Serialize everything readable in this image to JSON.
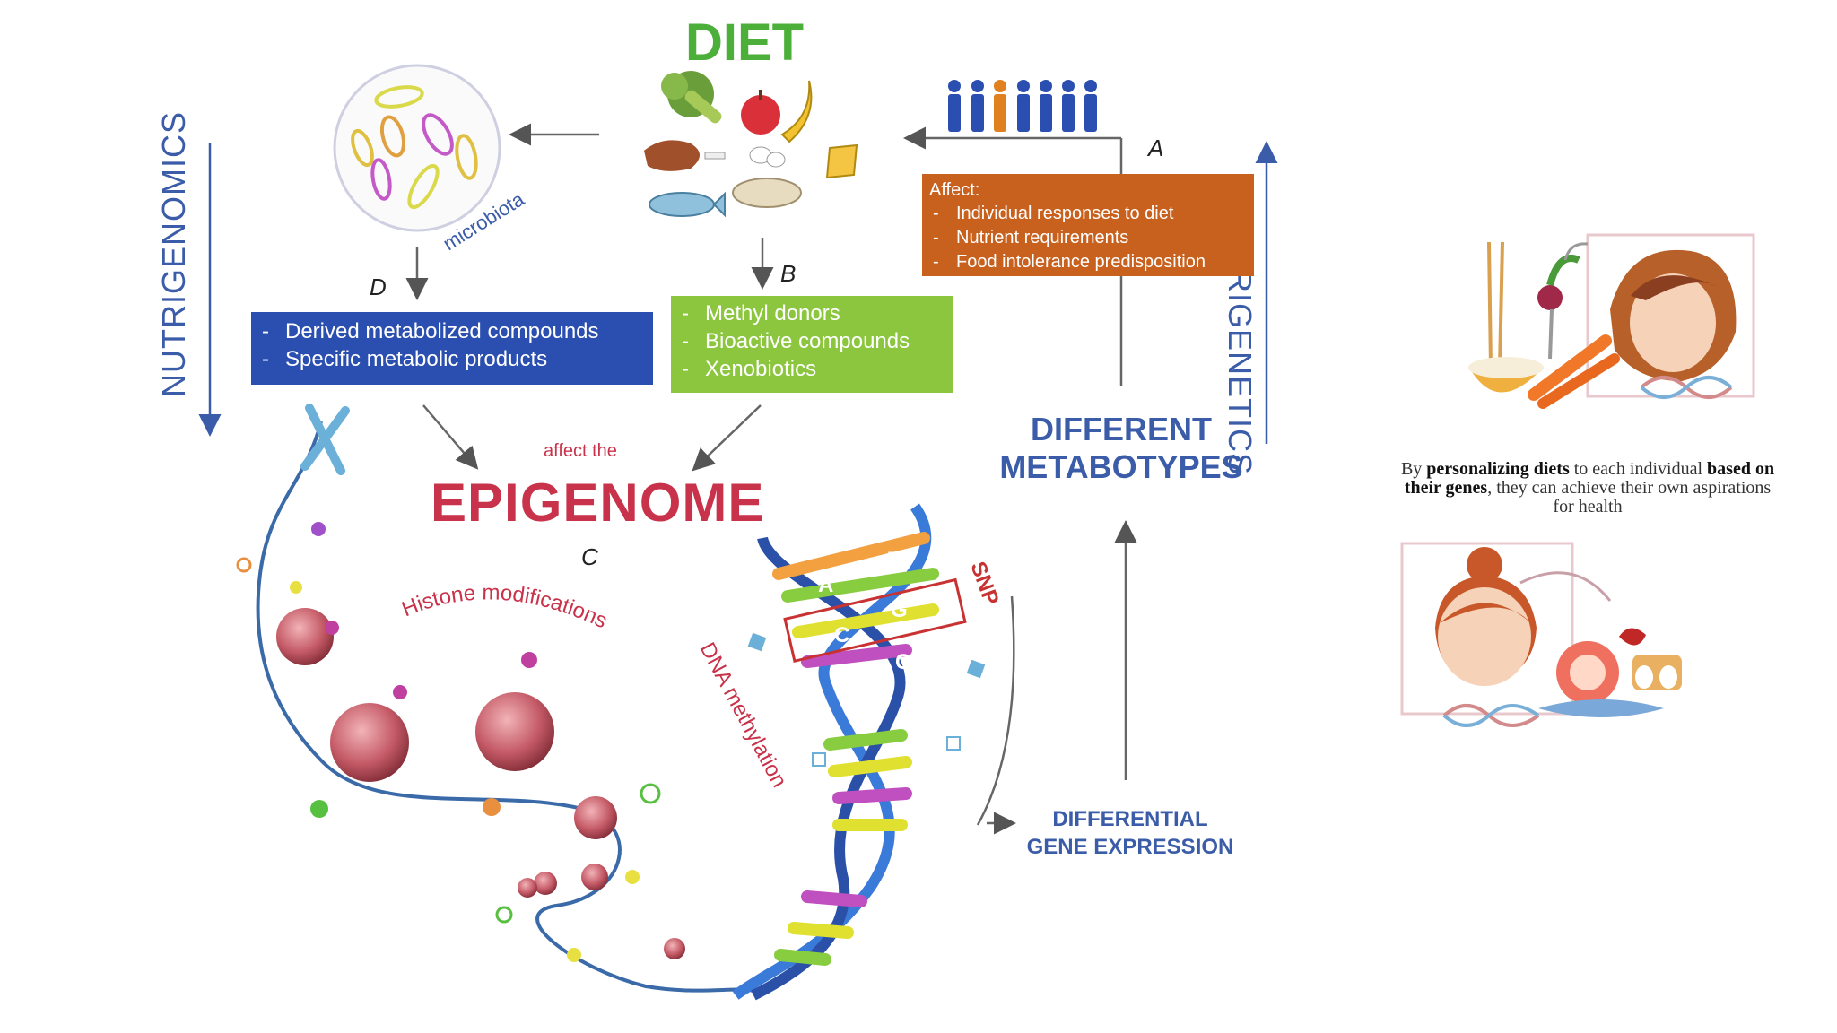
{
  "diagram": {
    "title": "DIET",
    "microbiota_label": "microbiota",
    "nutrigenomics": "NUTRIGENOMICS",
    "nutrigenetics": "NUTRIGENETICS",
    "letters": {
      "a": "A",
      "b": "B",
      "c": "C",
      "d": "D"
    },
    "box_a": {
      "heading": "Affect:",
      "items": [
        "Individual responses to diet",
        "Nutrient requirements",
        "Food intolerance predisposition"
      ]
    },
    "box_b": {
      "items": [
        "Methyl donors",
        "Bioactive compounds",
        "Xenobiotics"
      ]
    },
    "box_d": {
      "items": [
        "Derived metabolized compounds",
        "Specific metabolic products"
      ]
    },
    "affect_the": "affect the",
    "epigenome": "EPIGENOME",
    "histone_label": "Histone modifications",
    "dna_methylation_label": "DNA methylation",
    "snp_label": "SNP",
    "metabotypes_line1": "DIFFERENT",
    "metabotypes_line2": "METABOTYPES",
    "gene_expression_line1": "DIFFERENTIAL",
    "gene_expression_line2": "GENE EXPRESSION",
    "base_letters": [
      "A",
      "T",
      "C",
      "G",
      "G",
      "C"
    ],
    "colors": {
      "diet_green": "#4caf3a",
      "box_a": "#c8601e",
      "box_b": "#8cc63f",
      "box_d": "#2b4fb0",
      "epigenome": "#c8324a",
      "label_blue": "#3b5ca8"
    }
  },
  "sidebar": {
    "caption": {
      "pre": "By ",
      "bold1": "personalizing diets",
      "mid1": " to each individual ",
      "bold2": "based on their genes",
      "post": ", they can achieve their own aspirations for health"
    }
  }
}
